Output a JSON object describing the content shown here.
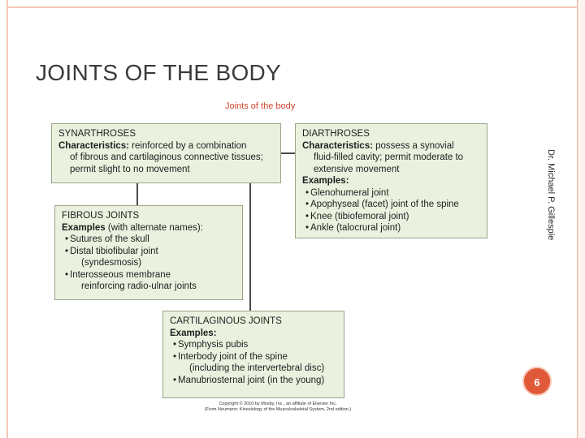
{
  "slide": {
    "title": "JOINTS OF THE BODY",
    "side_author": "Dr. Michael P. Gillespie",
    "page_number": "6"
  },
  "figure": {
    "caption": "Joints of the body",
    "copyright_line1": "Copyright © 2010 by Mosby, Inc., an affiliate of Elsevier Inc.",
    "copyright_line2": "(From Neumann: Kinesiology of the Musculoskeletal System, 2nd edition.)"
  },
  "synarthroses": {
    "heading": "SYNARTHROSES",
    "char_label": "Characteristics:",
    "char_line1": " reinforced by a combination",
    "char_line2": "of fibrous and cartilaginous connective tissues;",
    "char_line3": "permit slight to no movement"
  },
  "diarthroses": {
    "heading": "DIARTHROSES",
    "char_label": "Characteristics:",
    "char_line1": " possess a synovial",
    "char_line2": "fluid-filled cavity; permit moderate to",
    "char_line3": "extensive movement",
    "examples_label": "Examples:",
    "examples": [
      "Glenohumeral joint",
      "Apophyseal (facet) joint of the spine",
      "Knee (tibiofemoral joint)",
      "Ankle (talocrural joint)"
    ]
  },
  "fibrous": {
    "heading": "FIBROUS JOINTS",
    "examples_label": "Examples",
    "examples_suffix": " (with alternate names):",
    "ex1": "Sutures of the skull",
    "ex2_line1": "Distal tibiofibular joint",
    "ex2_line2": "(syndesmosis)",
    "ex3_line1": "Interosseous membrane",
    "ex3_line2": "reinforcing radio-ulnar joints"
  },
  "cartilaginous": {
    "heading": "CARTILAGINOUS JOINTS",
    "examples_label": "Examples:",
    "ex1": "Symphysis pubis",
    "ex2_line1": "Interbody joint of the spine",
    "ex2_line2": "(including the intervertebral disc)",
    "ex3": "Manubriosternal joint (in the young)"
  }
}
